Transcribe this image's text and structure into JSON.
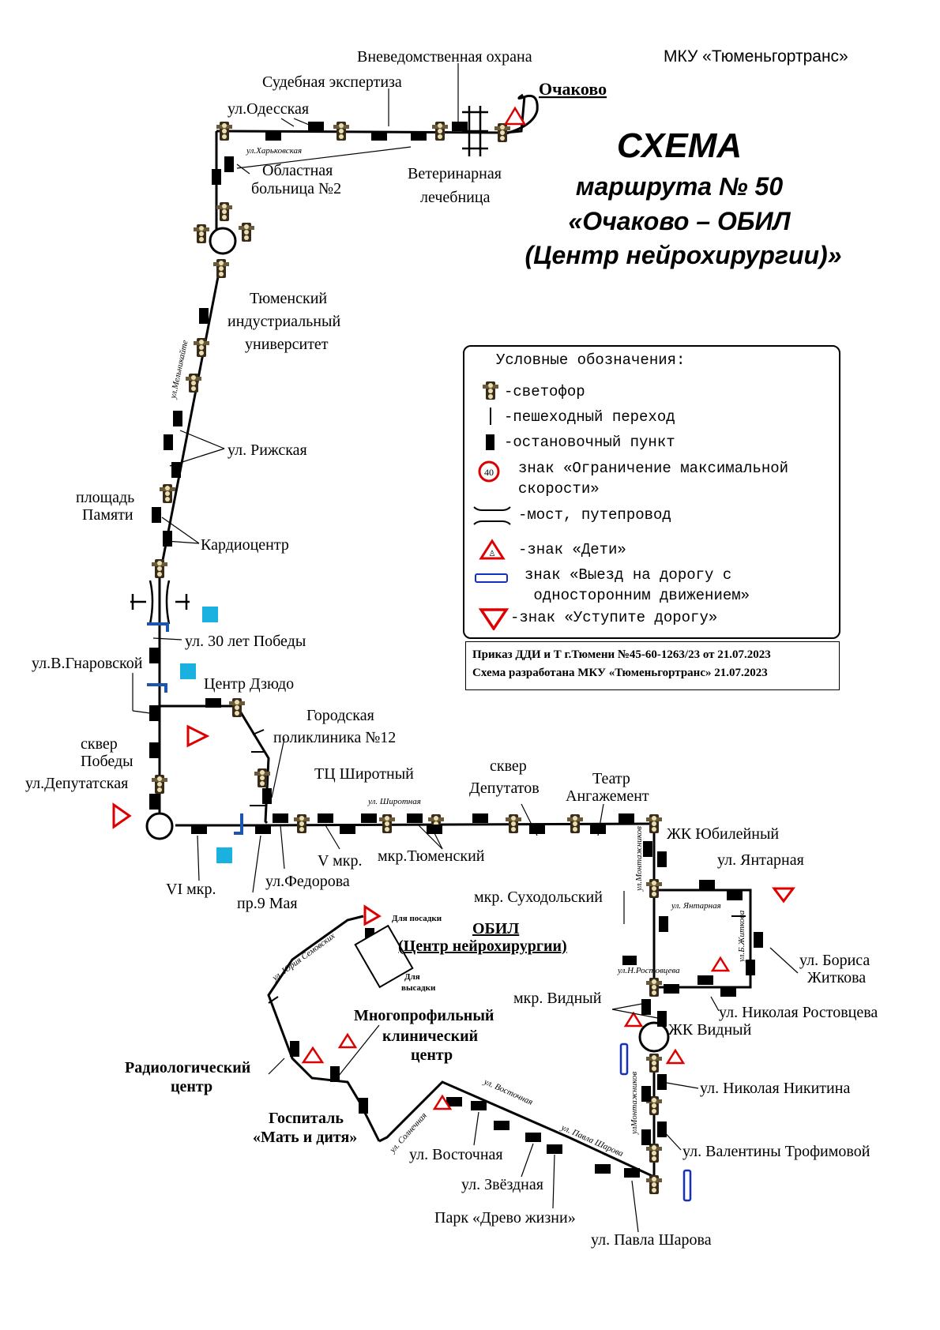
{
  "organization": "МКУ «Тюменьгортранс»",
  "title": {
    "line1": "СХЕМА",
    "line2": "маршрута № 50",
    "line3": "«Очаково – ОБИЛ",
    "line4": "(Центр нейрохирургии)»"
  },
  "legend": {
    "heading": "Условные обозначения:",
    "items": [
      {
        "icon": "traffic-light-icon",
        "label": "-светофор"
      },
      {
        "icon": "crosswalk-icon",
        "label": "-пешеходный переход"
      },
      {
        "icon": "bus-stop-icon",
        "label": "-остановочный пункт"
      },
      {
        "icon": "speed-limit-sign-icon",
        "label": "знак «Ограничение максимальной\nскорости»",
        "value": "40"
      },
      {
        "icon": "bridge-icon",
        "label": "-мост, путепровод"
      },
      {
        "icon": "children-sign-icon",
        "label": "-знак «Дети»"
      },
      {
        "icon": "one-way-entry-sign-icon",
        "label": "знак «Выезд на дорогу с\n односторонним движением»"
      },
      {
        "icon": "yield-sign-icon",
        "label": "-знак «Уступите дорогу»"
      }
    ]
  },
  "order": {
    "line1": "Приказ ДДИ и Т г.Тюмени №45-60-1263/23 от 21.07.2023",
    "line2": "Схема разработана МКУ «Тюменьгортранс» 21.07.2023"
  },
  "map": {
    "terminals": {
      "start": "Очаково",
      "end_line1": "ОБИЛ",
      "end_line2": "(Центр нейрохирургии)",
      "boarding": "Для посадки",
      "alighting_line1": "Для",
      "alighting_line2": "высадки"
    },
    "stops": {
      "vnevedomstvennaya": "Вневедомственная охрана",
      "sudebnaya": "Судебная экспертиза",
      "odesskaya": "ул.Одесская",
      "veterinarnaya_1": "Ветеринарная",
      "veterinarnaya_2": "лечебница",
      "oblastnaya_1": "Областная",
      "oblastnaya_2": "больница №2",
      "tiu_1": "Тюменский",
      "tiu_2": "индустриальный",
      "tiu_3": "университет",
      "rizhskaya": "ул. Рижская",
      "ploshad_1": "площадь",
      "ploshad_2": "Памяти",
      "kardio": "Кардиоцентр",
      "30let": "ул. 30 лет Победы",
      "gnarovskoy": "ул.В.Гнаровской",
      "dzyudo": "Центр Дзюдо",
      "poliklinika_1": "Городская",
      "poliklinika_2": "поликлиника №12",
      "skver_pobedy_1": "сквер",
      "skver_pobedy_2": "Победы",
      "deputatskaya": "ул.Депутатская",
      "vi_mkr": "VI мкр.",
      "9maya": "пр.9 Мая",
      "fedorova": "ул.Федорова",
      "v_mkr": "V мкр.",
      "shirotny": "ТЦ Широтный",
      "tyumensky": "мкр.Тюменский",
      "skver_dep_1": "сквер",
      "skver_dep_2": "Депутатов",
      "teatr_1": "Театр",
      "teatr_2": "Ангажемент",
      "yubileyny": "ЖК Юбилейный",
      "yantarnaya": "ул. Янтарная",
      "suhodolsky": "мкр. Суходольский",
      "zhitkova_1": "ул. Бориса",
      "zhitkova_2": "Житкова",
      "vidny_mkr": "мкр. Видный",
      "vidny_zhk": "ЖК Видный",
      "rostovtseva": "ул. Николая Ростовцева",
      "nikitina": "ул. Николая Никитина",
      "trofimovoy": "ул. Валентины Трофимовой",
      "sharova": "ул. Павла Шарова",
      "drevo": "Парк «Древо жизни»",
      "zvezdnaya": "ул. Звёздная",
      "vostochnaya": "ул. Восточная",
      "mkc_1": "Многопрофильный",
      "mkc_2": "клинический",
      "mkc_3": "центр",
      "radio_1": "Радиологический",
      "radio_2": "центр",
      "gospital_1": "Госпиталь",
      "gospital_2": "«Мать и дитя»"
    },
    "streets": {
      "kharkovskaya": "ул.Харьковская",
      "melnikayte": "ул.Мельникайте",
      "shirotnaya": "ул. Широтная",
      "montazhnikov": "ул.Монтажников",
      "yantarnaya": "ул. Янтарная",
      "zhitkova": "ул.Б.Житкова",
      "rostovtseva": "ул.Н.Ростовцева",
      "montazhnikov2": "улМонтажников",
      "semovskih": "ул. Юрия Семовских",
      "solnechnaya": "ул. Солнечная",
      "vostochnaya": "ул. Восточная",
      "sharova": "ул. Павла Шарова"
    }
  }
}
